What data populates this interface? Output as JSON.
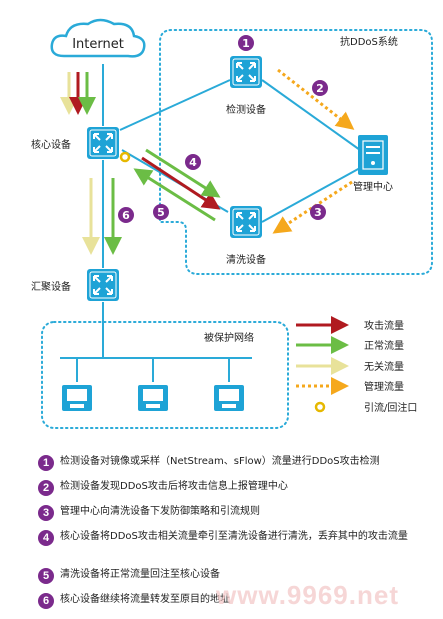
{
  "diagram": {
    "internet_label": "Internet",
    "anti_ddos_system": "抗DDoS系统",
    "core_device": "核心设备",
    "detect_device": "检测设备",
    "mgmt_center": "管理中心",
    "clean_device": "清洗设备",
    "aggregation_device": "汇聚设备",
    "protected_network": "被保护网络",
    "step_markers": [
      "1",
      "2",
      "3",
      "4",
      "5",
      "6"
    ]
  },
  "legend": {
    "attack": "攻击流量",
    "normal": "正常流量",
    "irrelevant": "无关流量",
    "management": "管理流量",
    "diversion": "引流/回注口"
  },
  "colors": {
    "accent_blue": "#2aaad8",
    "badge_purple": "#7b2a8c",
    "attack_red": "#b01a20",
    "normal_green": "#6bbd45",
    "irrelevant_yellow": "#e8e29a",
    "mgmt_orange": "#f5a81c"
  },
  "steps": [
    {
      "num": "1",
      "text": "检测设备对镜像或采样（NetStream、sFlow）流量进行DDoS攻击检测"
    },
    {
      "num": "2",
      "text": "检测设备发现DDoS攻击后将攻击信息上报管理中心"
    },
    {
      "num": "3",
      "text": "管理中心向清洗设备下发防御策略和引流规则"
    },
    {
      "num": "4",
      "text": "核心设备将DDoS攻击相关流量牵引至清洗设备进行清洗，丢弃其中的攻击流量"
    },
    {
      "num": "5",
      "text": "清洗设备将正常流量回注至核心设备"
    },
    {
      "num": "6",
      "text": "核心设备继续将流量转发至原目的地址"
    }
  ],
  "watermark": "www.9969.net"
}
